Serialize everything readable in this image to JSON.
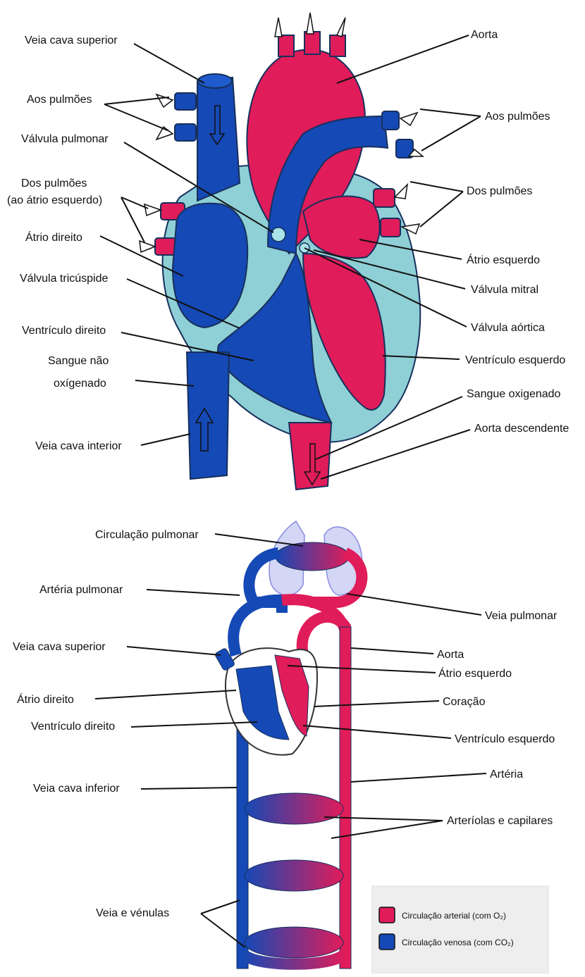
{
  "heart": {
    "labels": {
      "vena_cava_sup": "Veia cava superior",
      "to_lungs_left": "Aos pulmões",
      "pulm_valve": "Válvula pulmonar",
      "from_lungs_left_1": "Dos pulmões",
      "from_lungs_left_2": "(ao átrio esquerdo)",
      "right_atrium": "Átrio direito",
      "tricuspid": "Válvula tricúspide",
      "right_ventricle": "Ventrículo direito",
      "deoxy_1": "Sangue não",
      "deoxy_2": "oxígenado",
      "vena_cava_inf": "Veia cava interior",
      "aorta": "Aorta",
      "to_lungs_right": "Aos pulmões",
      "from_lungs_right": "Dos pulmões",
      "left_atrium": "Átrio esquerdo",
      "mitral": "Válvula mitral",
      "aortic": "Válvula aórtica",
      "left_ventricle": "Ventrículo esquerdo",
      "oxy": "Sangue oxigenado",
      "desc_aorta": "Aorta descendente"
    }
  },
  "circulation": {
    "labels": {
      "pulm_circ": "Circulação pulmonar",
      "pulm_artery": "Artéria pulmonar",
      "vena_cava_sup": "Veia cava superior",
      "right_atrium": "Átrio direito",
      "right_ventricle": "Ventrículo direito",
      "vena_cava_inf": "Veia cava inferior",
      "vein_venules": "Veia e vénulas",
      "pulm_vein": "Veia pulmonar",
      "aorta": "Aorta",
      "left_atrium": "Átrio esquerdo",
      "heart": "Coração",
      "left_ventricle": "Ventrículo esquerdo",
      "artery": "Artéria",
      "arterioles": "Arteríolas e capilares"
    }
  },
  "legend": {
    "arterial": "Circulação arterial (com O₂)",
    "venous": "Circulação venosa (com CO₂)",
    "arterial_color": "#e01c5a",
    "venous_color": "#1549b5"
  }
}
